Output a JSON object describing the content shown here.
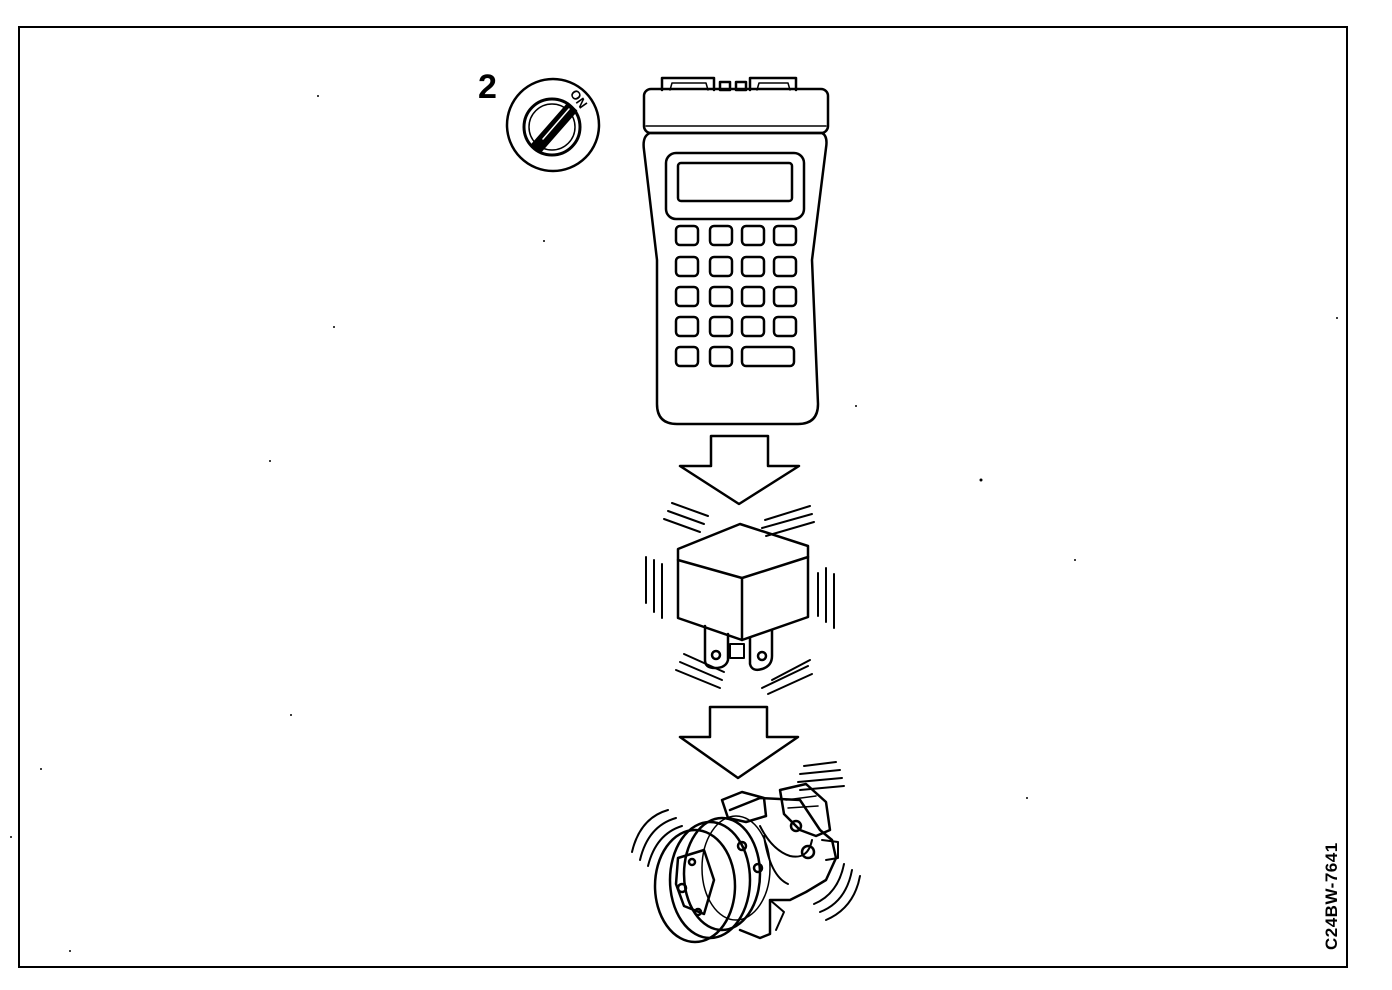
{
  "figure": {
    "step_number": "2",
    "ignition_label": "ON",
    "figure_code": "C24BW-7641"
  },
  "icons": [
    "ignition-switch-icon",
    "scan-tool-icon",
    "arrow-down-icon",
    "relay-icon",
    "ac-compressor-icon"
  ],
  "colors": {
    "ink": "#000000",
    "paper": "#ffffff"
  }
}
